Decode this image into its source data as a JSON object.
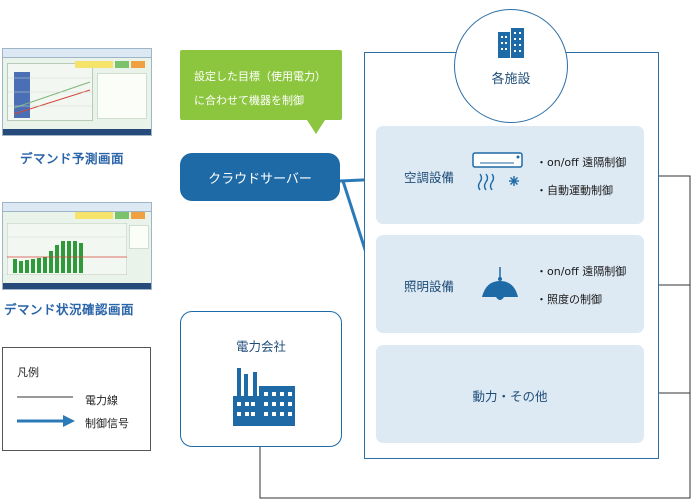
{
  "screens": [
    {
      "caption": "デマンド予測画面"
    },
    {
      "caption": "デマンド状況確認画面"
    }
  ],
  "legend": {
    "title": "凡例",
    "items": [
      {
        "label": "電力線"
      },
      {
        "label": "制御信号"
      }
    ]
  },
  "callout": {
    "lines": [
      "設定した目標（使用電力）",
      "に合わせて機器を制御"
    ]
  },
  "cloud_server": {
    "label": "クラウドサーバー"
  },
  "power_company": {
    "label": "電力会社"
  },
  "facilities": {
    "title": "各施設",
    "panels": [
      {
        "name": "空調設備",
        "items": [
          "・on/off 遠隔制御",
          "・自動運動制御"
        ]
      },
      {
        "name": "照明設備",
        "items": [
          "・on/off 遠隔制御",
          "・照度の制御"
        ]
      },
      {
        "name": "動力・その他",
        "items": []
      }
    ]
  },
  "colors": {
    "blue": "#1e6aa6",
    "green": "#8cc63e",
    "panel": "#dde9f3"
  }
}
